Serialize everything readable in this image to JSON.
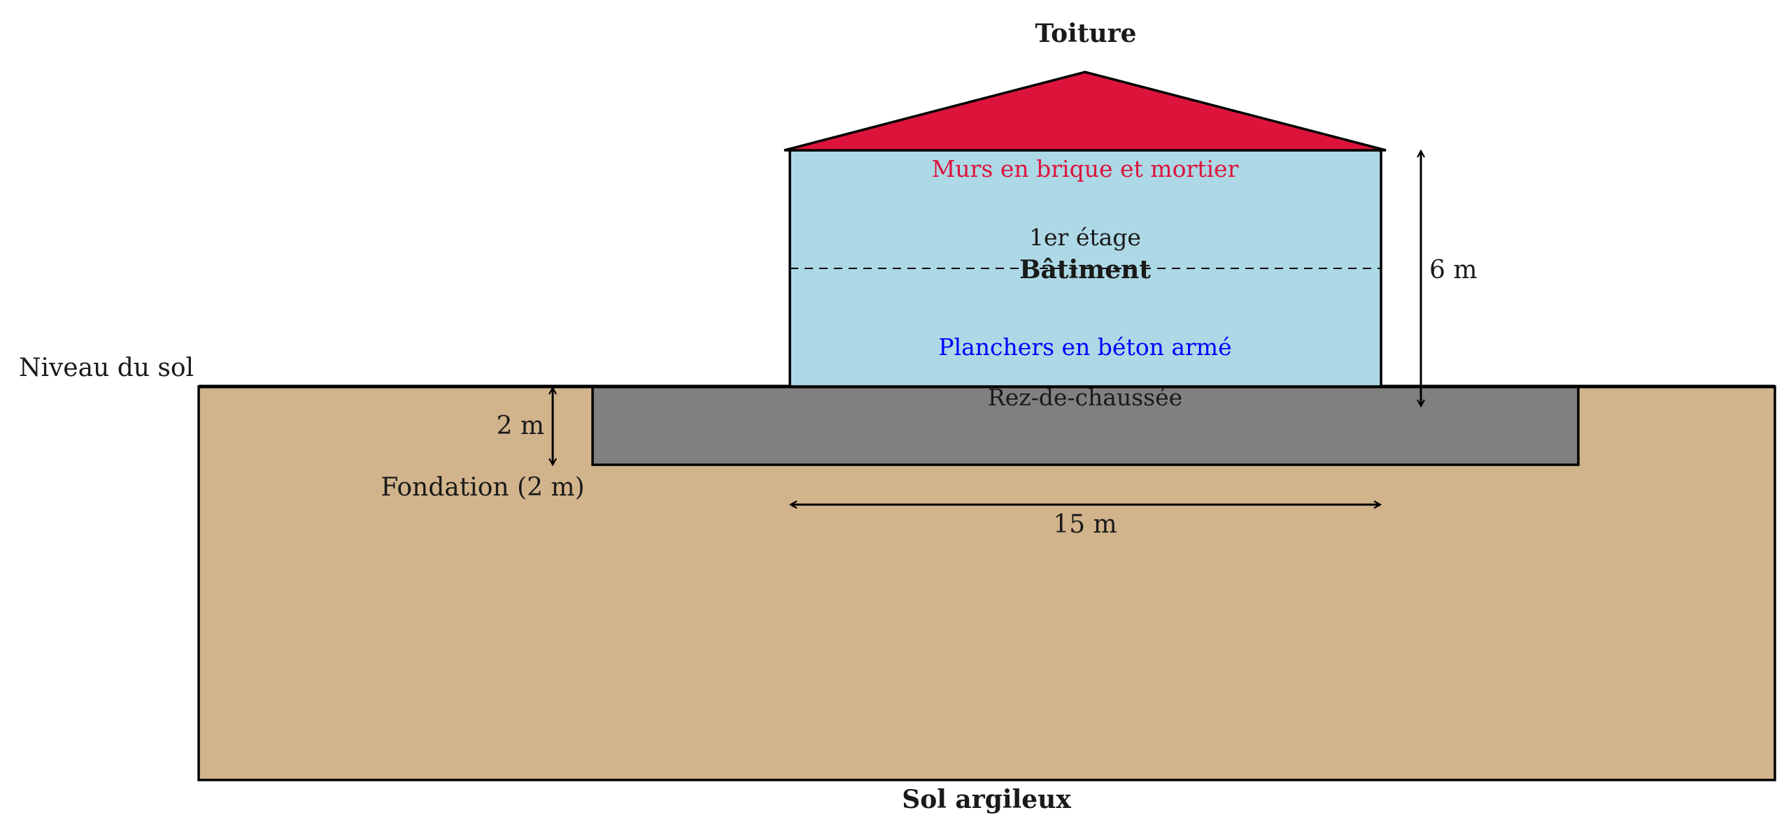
{
  "labels": {
    "roof": "Toiture",
    "walls": "Murs en brique et mortier",
    "first_floor": "1er étage",
    "building": "Bâtiment",
    "floors": "Planchers en béton armé",
    "ground_floor": "Rez-de-chaussée",
    "ground_level": "Niveau du sol",
    "foundation_depth": "2 m",
    "foundation": "Fondation (2 m)",
    "width": "15 m",
    "height": "6 m",
    "soil": "Sol argileux"
  },
  "colors": {
    "roof": "#DC143C",
    "walls_text": "#DC143C",
    "building": "#ADD8E6",
    "floors_text": "#0000FF",
    "foundation": "#808080",
    "soil": "#D2B48C",
    "stroke": "#000000"
  }
}
